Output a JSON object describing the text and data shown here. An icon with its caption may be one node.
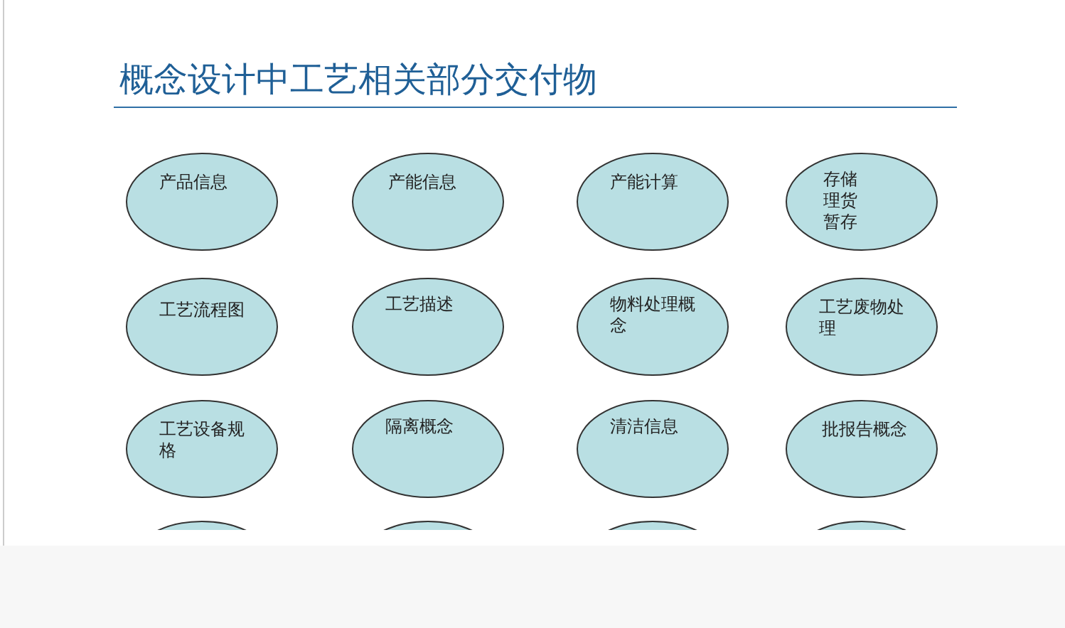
{
  "diagram": {
    "title": "概念设计中工艺相关部分交付物",
    "nodes": [
      {
        "text": [
          "产品信息"
        ]
      },
      {
        "text": [
          "产能信息"
        ]
      },
      {
        "text": [
          "产能计算"
        ]
      },
      {
        "text": [
          "存储理货暂存"
        ]
      },
      {
        "text": [
          "工艺流程图"
        ]
      },
      {
        "text": [
          "工艺描述"
        ]
      },
      {
        "text": [
          "物料处理概念"
        ]
      },
      {
        "text": [
          "工艺废物处理"
        ]
      },
      {
        "text": [
          "工艺设备规格"
        ]
      },
      {
        "text": [
          "隔离概念"
        ]
      },
      {
        "text": [
          "清洁信息"
        ]
      },
      {
        "text": [
          "批报告概念"
        ]
      },
      {
        "text": [],
        "shape": "ellipse"
      },
      {
        "text": [],
        "shape": "ellipse"
      },
      {
        "text": [],
        "shape": "ellipse"
      },
      {
        "text": [],
        "shape": "ellipse"
      }
    ]
  }
}
